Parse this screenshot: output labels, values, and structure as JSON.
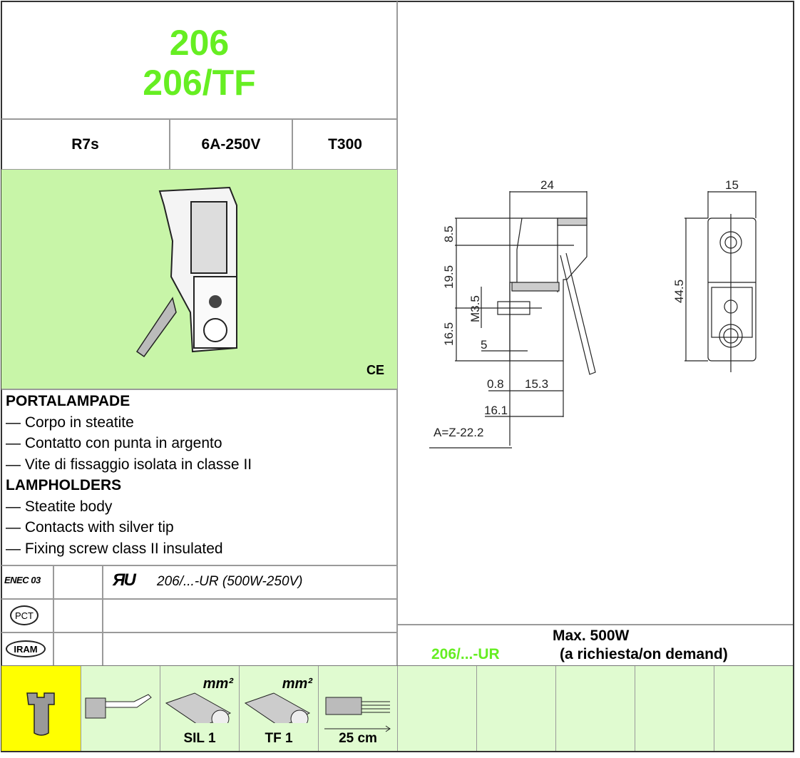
{
  "header": {
    "code1": "206",
    "code2": "206/TF"
  },
  "specs": [
    "R7s",
    "6A-250V",
    "T300"
  ],
  "ce_mark": "CE",
  "description": {
    "it_heading": "PORTALAMPADE",
    "it_items": [
      "— Corpo in steatite",
      "— Contatto con punta in argento",
      "— Vite di fissaggio isolata in classe II"
    ],
    "en_heading": "LAMPHOLDERS",
    "en_items": [
      "— Steatite body",
      "— Contacts with silver tip",
      "— Fixing screw class II insulated"
    ]
  },
  "certifications": {
    "enec": "ENEC 03",
    "ur_text": "206/...-UR  (500W-250V)",
    "gost": "PCT",
    "iram": "IRAM"
  },
  "max_row": {
    "code": "206/...-UR",
    "line1": "Max. 500W",
    "line2": "(a richiesta/on demand)"
  },
  "bottom": {
    "mm1": "mm²",
    "mm2": "mm²",
    "sil": "SIL 1",
    "tf": "TF 1",
    "length": "25 cm"
  },
  "drawing": {
    "w": "24",
    "w2": "15",
    "d1": "8.5",
    "d2": "19.5",
    "d3": "16.5",
    "m": "M3.5",
    "d5": "5",
    "d08": "0.8",
    "d153": "15.3",
    "d161": "16.1",
    "az": "A=Z-22.2",
    "h": "44.5"
  },
  "colors": {
    "title_green": "#66ee22",
    "image_bg": "#c8f5a8",
    "cell_bg": "#e0fbd0",
    "yellow": "#ffff00"
  }
}
